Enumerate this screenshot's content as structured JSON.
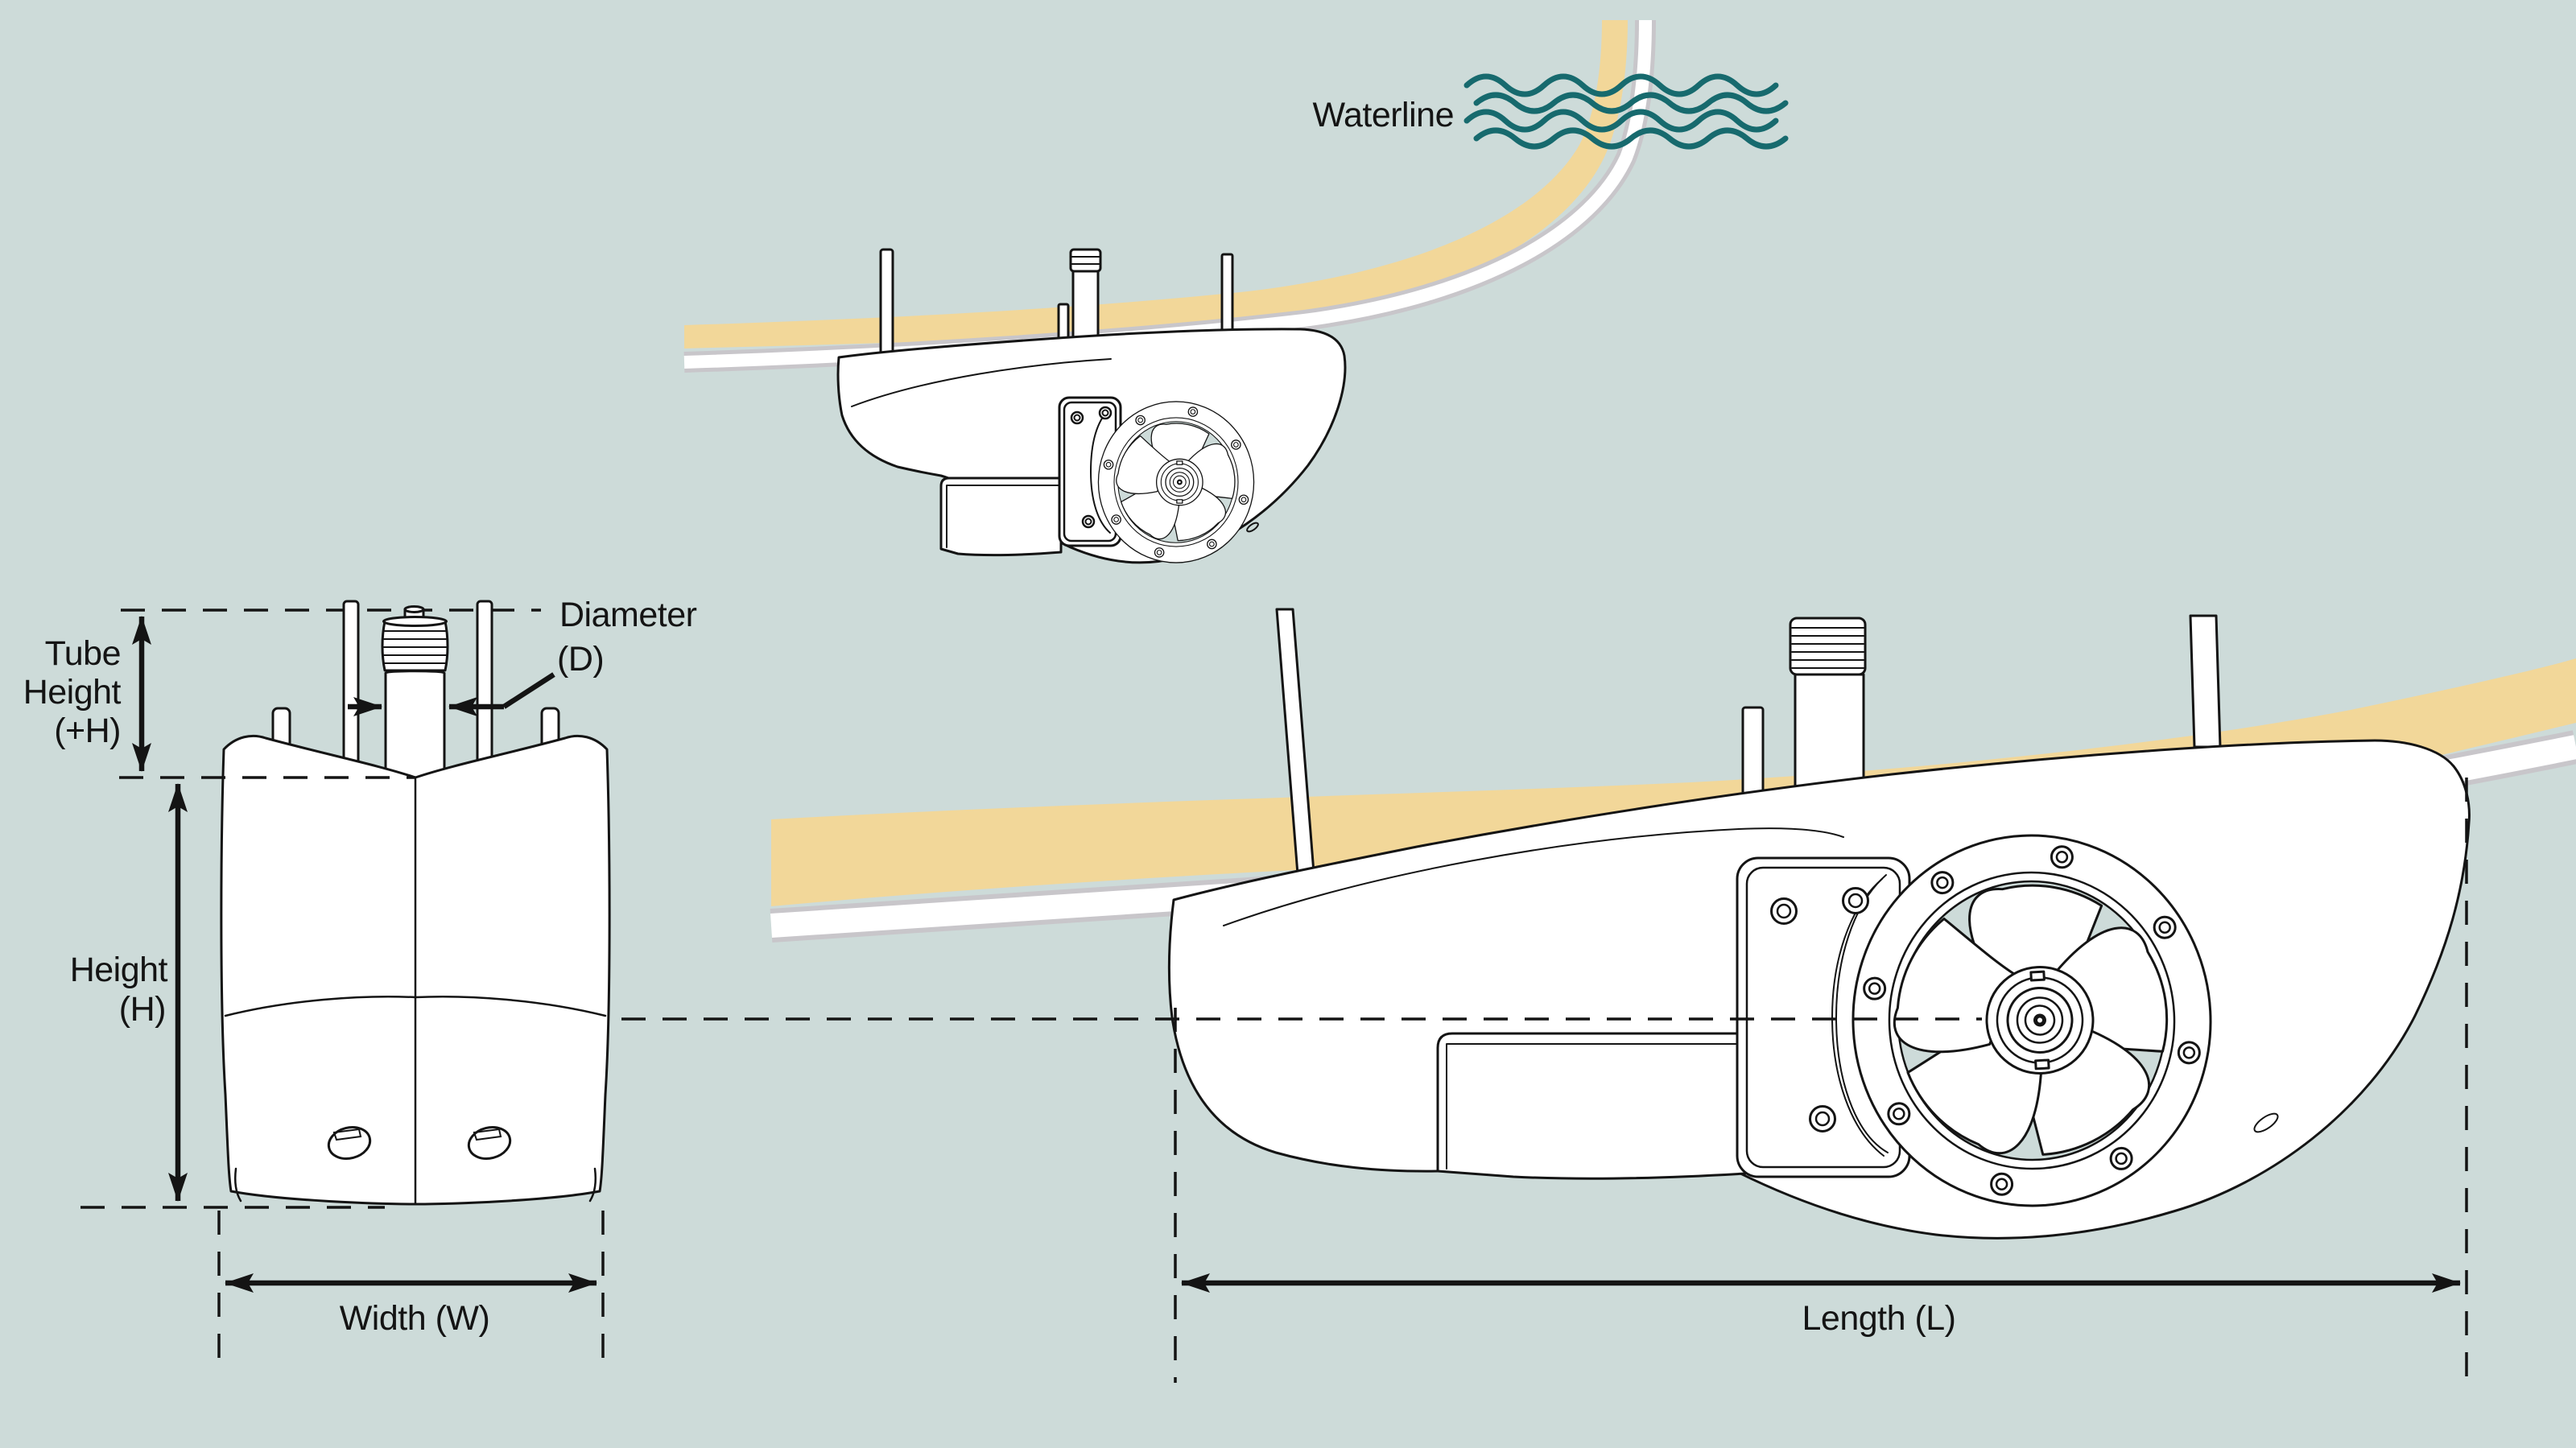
{
  "waterline": {
    "label": "Waterline"
  },
  "front_view": {
    "tube_height_label": [
      "Tube",
      "Height",
      "(+H)"
    ],
    "diameter_label": [
      "Diameter",
      "(D)"
    ],
    "height_label": [
      "Height",
      "(H)"
    ],
    "width_label": "Width (W)"
  },
  "side_view": {
    "length_label": "Length (L)"
  },
  "icons": {
    "waterline_waves": "waterline-waves-icon"
  },
  "colors": {
    "background": "#cddbd9",
    "hull_accent": "#f2d799",
    "waterline_teal": "#176a6e",
    "ink": "#141414",
    "shadow_gray": "#c8c6ca",
    "part_white": "#ffffff"
  }
}
